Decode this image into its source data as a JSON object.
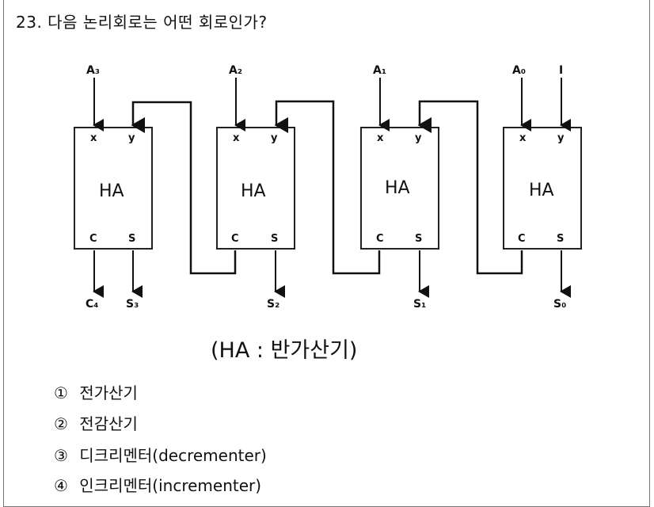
{
  "question": {
    "number": "23.",
    "text": "다음 논리회로는 어떤 회로인가?"
  },
  "diagram": {
    "block_label": "HA",
    "port_x": "x",
    "port_y": "y",
    "port_c": "C",
    "port_s": "S",
    "inputs": [
      "A₃",
      "A₂",
      "A₁",
      "A₀"
    ],
    "extra_input": "I",
    "outputs": [
      "C₄",
      "S₃",
      "S₂",
      "S₁",
      "S₀"
    ],
    "caption": "(HA : 반가산기)"
  },
  "options": [
    {
      "marker": "①",
      "text": "전가산기"
    },
    {
      "marker": "②",
      "text": "전감산기"
    },
    {
      "marker": "③",
      "text": "디크리멘터(decrementer)"
    },
    {
      "marker": "④",
      "text": "인크리멘터(incrementer)"
    }
  ]
}
